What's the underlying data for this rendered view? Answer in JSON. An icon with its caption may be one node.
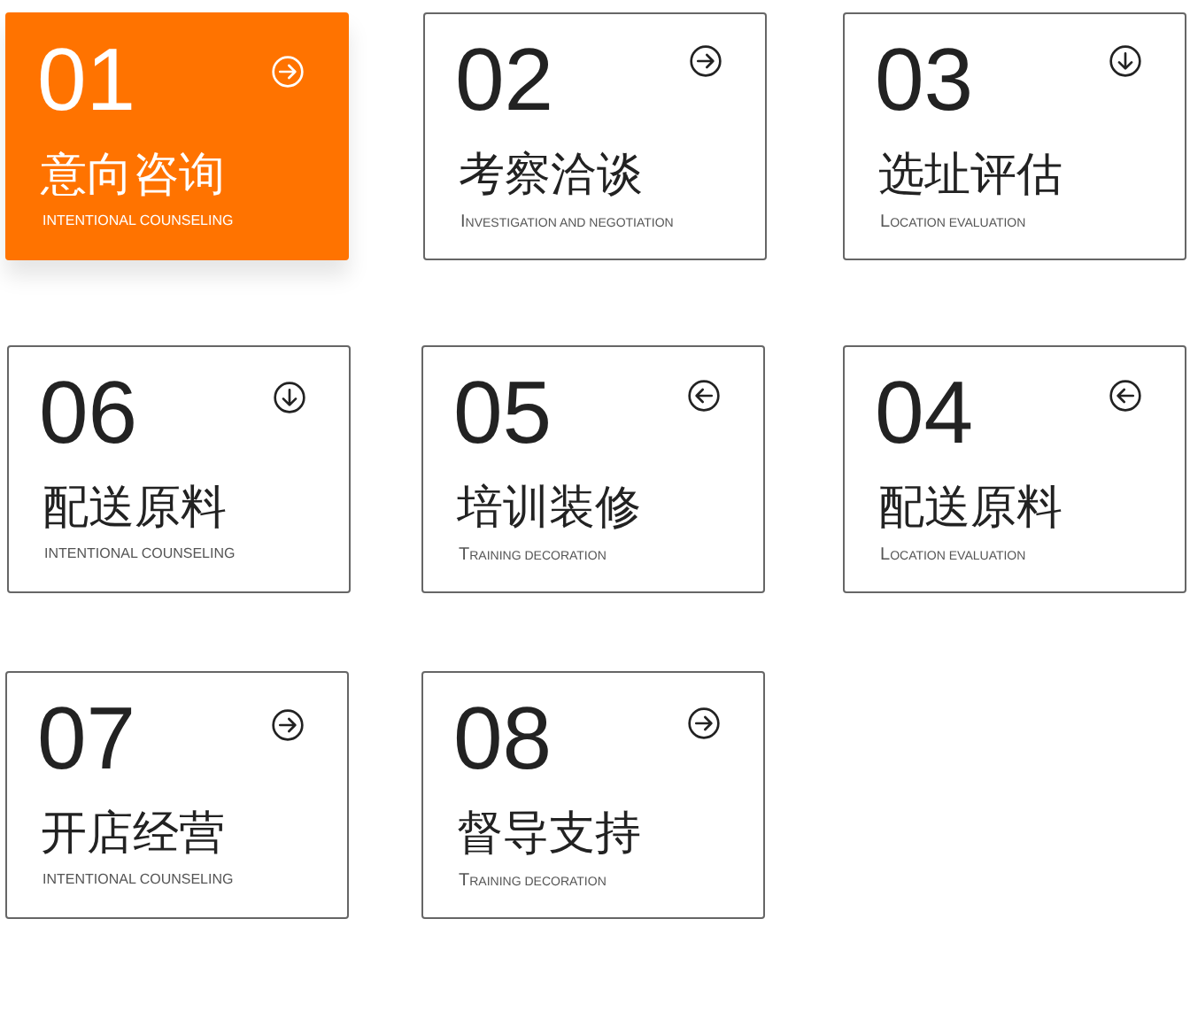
{
  "diagram": {
    "nodes": [
      {
        "text": [
          "01",
          "意向咨询",
          "INTENTIONAL COUNSELING"
        ]
      },
      {
        "text": [
          "02",
          "考察洽谈",
          "INVESTIGATION AND NEGOTIATION"
        ]
      },
      {
        "text": [
          "03",
          "选址评估",
          "LOCATION EVALUATION"
        ]
      },
      {
        "text": [
          "06",
          "配送原料",
          "INTENTIONAL COUNSELING"
        ]
      },
      {
        "text": [
          "05",
          "培训装修",
          "TRAINING DECORATION"
        ]
      },
      {
        "text": [
          "04",
          "配送原料",
          "LOCATION EVALUATION"
        ]
      },
      {
        "text": [
          "07",
          "开店经营",
          "INTENTIONAL COUNSELING"
        ]
      },
      {
        "text": [
          "08",
          "督导支持",
          "TRAINING DECORATION"
        ]
      }
    ]
  }
}
